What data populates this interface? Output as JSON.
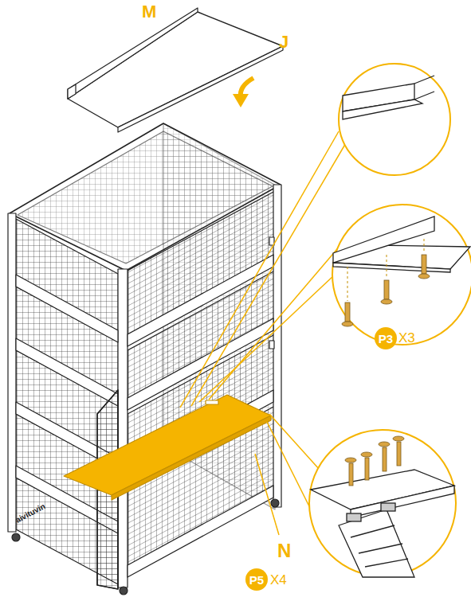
{
  "diagram": {
    "nodes": [
      {
        "text": [
          "P3"
        ]
      },
      {
        "text": [
          "P5"
        ]
      }
    ],
    "edges": [],
    "labels": [
      "M",
      "J",
      "X3",
      "N",
      "X4",
      "aivituvin"
    ]
  }
}
